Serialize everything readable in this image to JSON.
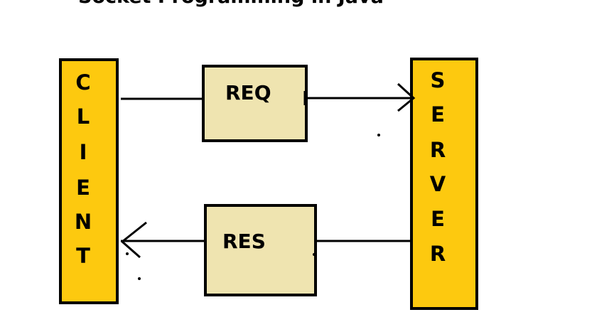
{
  "title": "Socket Programming in Java",
  "client": {
    "label": "CLIENT",
    "letters": [
      "C",
      "L",
      "I",
      "E",
      "N",
      "T"
    ],
    "fill": "#fdc90f"
  },
  "server": {
    "label": "SERVER",
    "letters": [
      "S",
      "E",
      "R",
      "V",
      "E",
      "R"
    ],
    "fill": "#fdc90f"
  },
  "request": {
    "label": "REQ",
    "fill": "#efe4b0"
  },
  "response": {
    "label": "RES",
    "fill": "#efe4b0"
  }
}
